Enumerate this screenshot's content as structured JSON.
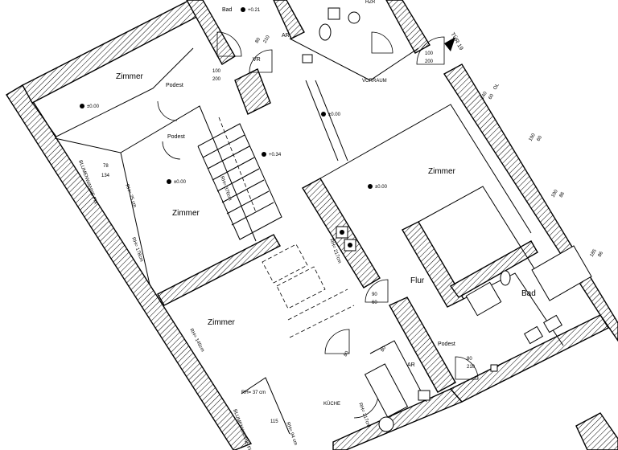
{
  "rooms": {
    "zimmer_1": "Zimmer",
    "zimmer_2": "Zimmer",
    "zimmer_3": "Zimmer",
    "zimmer_4": "Zimmer",
    "bad_top": "Bad",
    "bad_right": "Bad",
    "ar_top": "AR",
    "ar_bottom": "AR",
    "vr": "VR",
    "hzr": "HZR",
    "vorraum": "VORRAUM",
    "flur": "Flur",
    "kueche": "KÜCHE",
    "podest_1": "Podest",
    "podest_2": "Podest",
    "podest_3": "Podest"
  },
  "levels": {
    "lvl_1": "±0.00",
    "lvl_2": "±0.00",
    "lvl_3": "±0.00",
    "lvl_4": "±0.00",
    "lvl_5": "+0.34",
    "lvl_6": "+0.21"
  },
  "door": {
    "label": "TÜR 19",
    "d100": "100",
    "d200": "200",
    "d80": "80",
    "d210": "210",
    "d90": "90",
    "d60": "60"
  },
  "annotations": {
    "rh_75": "RH= 75 cm",
    "rh_178": "RH= 178cm",
    "rh_376": "RH= 376cm",
    "rh_217": "RH= 217cm",
    "rh_145": "RH= 145cm",
    "rh_37": "RH= 37 cm",
    "rh_94": "RH= 94 cm",
    "rh_217b": "RH= 217cm",
    "blumen_1": "BLUMENWANNE FIX",
    "blumen_2": "BLUMENWANNE FIX",
    "win_140": "140",
    "win_60": "60",
    "win_ol": "OL",
    "win_190": "190",
    "win_185": "185",
    "win_86": "86",
    "num_134": "134",
    "num_78": "78",
    "num_115": "115"
  }
}
